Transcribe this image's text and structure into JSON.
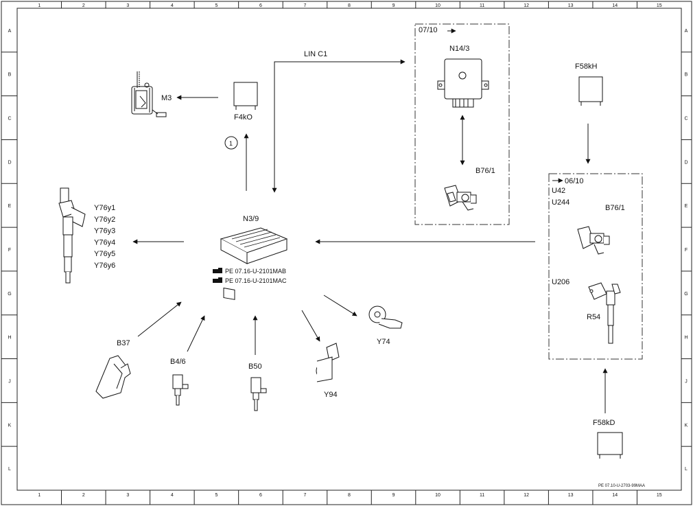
{
  "grid": {
    "columns": [
      "1",
      "2",
      "3",
      "4",
      "5",
      "6",
      "7",
      "8",
      "9",
      "10",
      "11",
      "12",
      "13",
      "14",
      "15"
    ],
    "rows": [
      "A",
      "B",
      "C",
      "D",
      "E",
      "F",
      "G",
      "H",
      "J",
      "K",
      "L"
    ]
  },
  "labels": {
    "lin_bus": "LIN C1",
    "m3": "M3",
    "f4ko": "F4kO",
    "circle_ref": "1",
    "n14_3": "N14/3",
    "b76_1_top": "B76/1",
    "date_top": "07/10",
    "f58kh": "F58kH",
    "date_right": "06/10",
    "u42": "U42",
    "u244": "U244",
    "b76_1_right": "B76/1",
    "u206": "U206",
    "r54": "R54",
    "n3_9": "N3/9",
    "pe_ref_1": "PE 07.16-U-2101MAB",
    "pe_ref_2": "PE 07.16-U-2101MAC",
    "injectors": [
      "Y76y1",
      "Y76y2",
      "Y76y3",
      "Y76y4",
      "Y76y5",
      "Y76y6"
    ],
    "b37": "B37",
    "b4_6": "B4/6",
    "b50": "B50",
    "y94": "Y94",
    "y74": "Y74",
    "f58kd": "F58kD",
    "footer_ref": "PE 07.10-U-2703-99MAA"
  },
  "icons": {
    "pointer": "hand-pointer-icon",
    "arrow": "small-right-arrow-icon"
  }
}
